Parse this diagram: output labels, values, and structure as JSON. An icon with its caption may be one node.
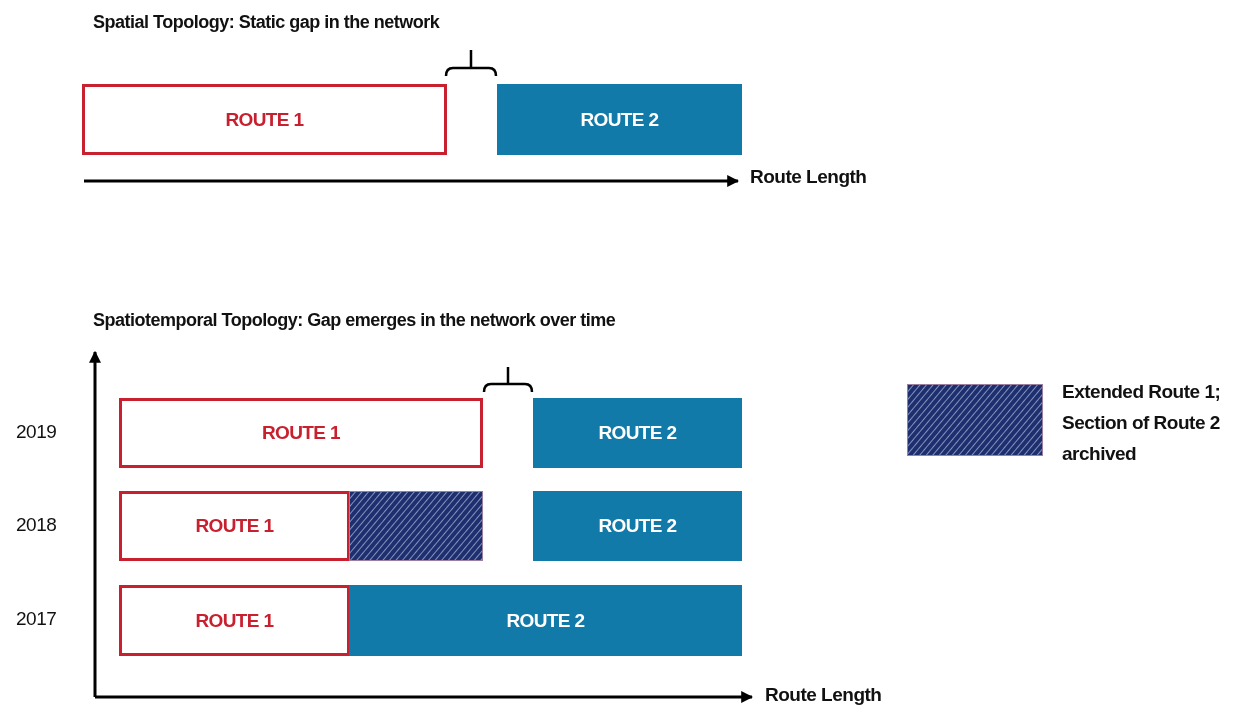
{
  "diagram": {
    "nodes": [
      {
        "text": [
          "ROUTE 1"
        ]
      },
      {
        "text": [
          "ROUTE 2"
        ]
      },
      {
        "text": [
          "ROUTE 1"
        ]
      },
      {
        "text": [
          "ROUTE 2"
        ]
      },
      {
        "text": [
          "ROUTE 1"
        ]
      },
      {
        "text": [],
        "shape": "box"
      },
      {
        "text": [
          "ROUTE 2"
        ]
      },
      {
        "text": [
          "ROUTE 1"
        ]
      },
      {
        "text": [
          "ROUTE 2"
        ]
      }
    ],
    "labels": [
      "Spatial Topology: Static gap in the network",
      "Route Length",
      "Spatiotemporal Topology: Gap emerges in the network over time",
      "2019",
      "2018",
      "2017",
      "Route Length"
    ],
    "legend": [
      {
        "text": "Extended Route 1; Section of Route 2 archived"
      }
    ]
  }
}
